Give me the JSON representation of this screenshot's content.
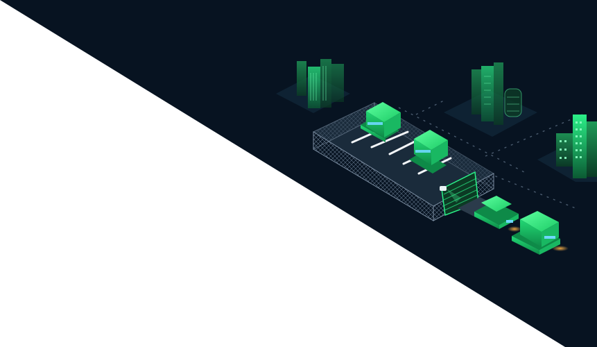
{
  "scene": {
    "background": "#ffffff",
    "dark_panel_color": "#071321",
    "accent_color": "#27e07a",
    "accent_dark": "#0f7a45",
    "glow_color": "#3fb6ff",
    "elements": [
      "city-block-left",
      "city-block-center",
      "city-block-right",
      "parking-lot",
      "gate-barrier",
      "camera-icon",
      "car-parked-1",
      "car-parked-2",
      "car-arriving-1",
      "car-arriving-2"
    ]
  }
}
